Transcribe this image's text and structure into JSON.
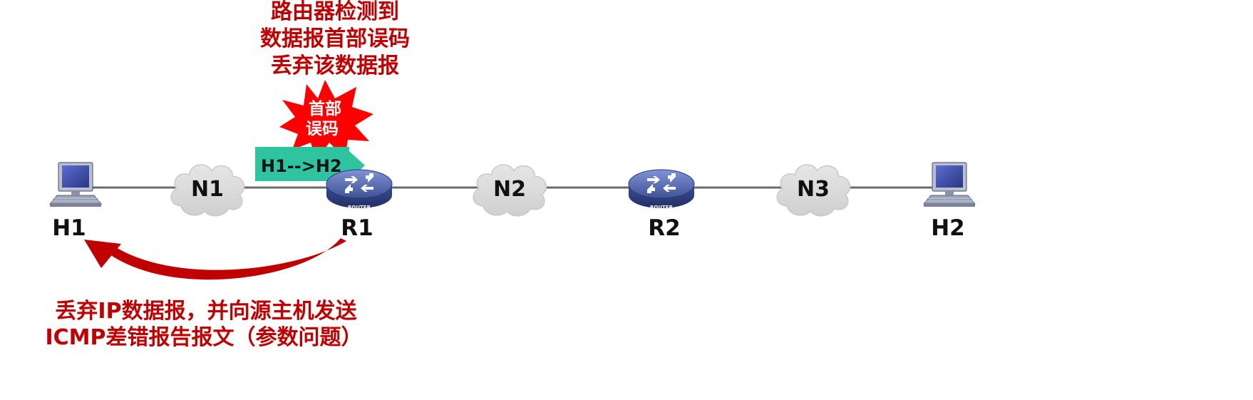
{
  "annotation_top": {
    "lines": [
      "路由器检测到",
      "数据报首部误码",
      "丢弃该数据报"
    ]
  },
  "burst": {
    "lines": [
      "首部",
      "误码"
    ],
    "color": "#ff0000"
  },
  "packet": {
    "label": "H1-->H2",
    "color": "#2ec4a0"
  },
  "hosts": {
    "h1": "H1",
    "h2": "H2"
  },
  "networks": {
    "n1": "N1",
    "n2": "N2",
    "n3": "N3"
  },
  "routers": {
    "r1": "R1",
    "r2": "R2",
    "badge": "ROUTER"
  },
  "annotation_bottom": {
    "lines": [
      "丢弃IP数据报，并向源主机发送",
      "ICMP差错报告报文（参数问题）"
    ]
  },
  "colors": {
    "accent_red": "#c00000",
    "link_gray": "#6b6b6b",
    "cloud_gray": "#dcdcdc",
    "router_blue": "#5a6fb5"
  }
}
